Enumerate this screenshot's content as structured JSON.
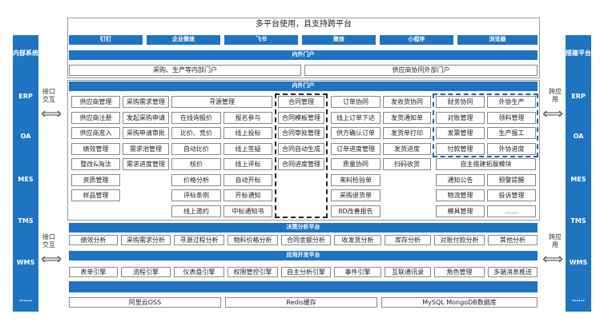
{
  "left_sidebar": [
    "内部系统",
    "ERP",
    "OA",
    "MES",
    "TMS",
    "WMS",
    "……"
  ],
  "right_sidebar": [
    "搭建平台",
    "ERP",
    "OA",
    "MES",
    "TMS",
    "WMS",
    "……"
  ],
  "left_links": [
    "接口交互",
    "接口交互"
  ],
  "right_links": [
    "跨应用",
    "跨应用"
  ],
  "top": {
    "title": "多平台使用，且支持跨平台",
    "platforms": [
      "钉钉",
      "企业微信",
      "飞书",
      "微信",
      "小程序",
      "浏览器"
    ],
    "portal_bar": "内外门户",
    "portals": [
      "采购、生产等内部门户",
      "供应商协同外部门户"
    ]
  },
  "inner_portal": {
    "bar": "内外门户",
    "col_a": [
      "供应商管理",
      "供应商注册",
      "供应商准入",
      "绩效管理",
      "整改&淘汰",
      "资质管理",
      "样品管理"
    ],
    "col_b": [
      "采购需求管理",
      "发起采购申请",
      "采购申请审批",
      "需求池管理",
      "需求进度管理"
    ],
    "sourcing": {
      "header": "寻源管理",
      "left": [
        "在线询报价",
        "比价、竞价",
        "自动比价",
        "核价",
        "价格分析",
        "评标条例",
        "线上邀约"
      ],
      "right": [
        "报名参与",
        "线上投标",
        "线上签疑",
        "线上评标",
        "自动开标",
        "开标通知",
        "中标通知书"
      ]
    },
    "contract": [
      "合同管理",
      "合同模板管理",
      "合同审批管理",
      "合同自动生成",
      "合同进度管理"
    ],
    "order": [
      "订单协同",
      "线上订单下达",
      "供方确认订单",
      "订单进度管理",
      "质量协同",
      "来料检验单",
      "采购退货单",
      "8D改善报告"
    ],
    "delivery": [
      "发收货协同",
      "发货通知单",
      "发货单打印",
      "发货进度",
      "扫码收货"
    ],
    "finance_left": [
      "财务协同",
      "对账管理",
      "发票管理",
      "付款管理"
    ],
    "finance_right": [
      "外协生产",
      "领料管理",
      "生产报工",
      "外协进度"
    ],
    "custom": {
      "header": "自主搭建拓展模块",
      "left": [
        "通知公告",
        "物流管理",
        "模具管理"
      ],
      "right": [
        "预警提醒",
        "投诉管理",
        "……"
      ]
    }
  },
  "analysis": {
    "bar": "决策分析平台",
    "items": [
      "绩效分析",
      "采购需求分析",
      "寻源过程分析",
      "物料价格分析",
      "合同金额分析",
      "收发货分析",
      "库存分析",
      "对账付款分析",
      "其他分析"
    ]
  },
  "dev": {
    "bar": "应用开发平台",
    "items": [
      "表单引擎",
      "流程引擎",
      "仪表盘引擎",
      "权限管控引擎",
      "自主分析引擎",
      "事件引擎",
      "互联通讯录",
      "角色管理",
      "多端消息推送"
    ]
  },
  "infra": [
    "阿里云OSS",
    "Redis缓存",
    "MySQL MongoDB数据库"
  ]
}
